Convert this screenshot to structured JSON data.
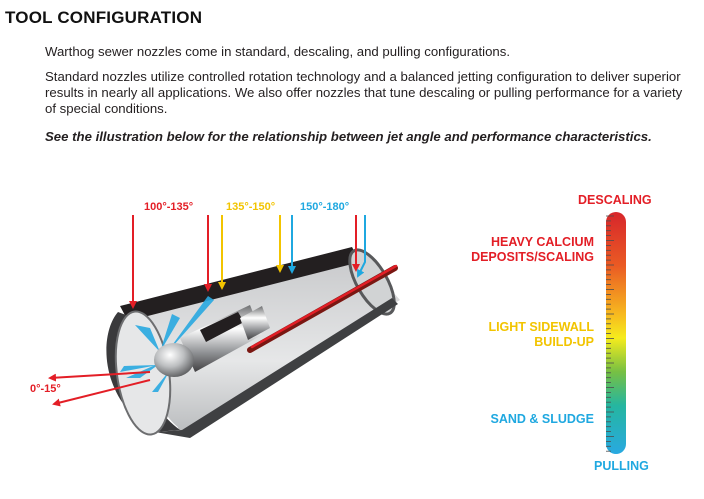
{
  "header": {
    "title": "TOOL CONFIGURATION"
  },
  "intro": {
    "line1": "Warthog sewer nozzles come in standard, descaling, and pulling configurations.",
    "line2": "Standard nozzles utilize controlled rotation technology and a balanced jetting configuration to deliver superior results in nearly all applications. We also offer nozzles that tune descaling or pulling performance for a variety of special conditions.",
    "line3": "See the illustration below for the relationship between jet angle and performance characteristics."
  },
  "illustration": {
    "angles": {
      "red": "100°-135°",
      "yellow": "135°-150°",
      "blue": "150°-180°",
      "low": "0°-15°"
    },
    "colors": {
      "red": "#e31e26",
      "yellow": "#f2c400",
      "blue": "#1fa8e0",
      "green": "#3db54a"
    },
    "scale": {
      "top": "DESCALING",
      "heavy": "HEAVY CALCIUM DEPOSITS/SCALING",
      "light": "LIGHT SIDEWALL BUILD-UP",
      "sand": "SAND & SLUDGE",
      "bottom": "PULLING"
    }
  }
}
